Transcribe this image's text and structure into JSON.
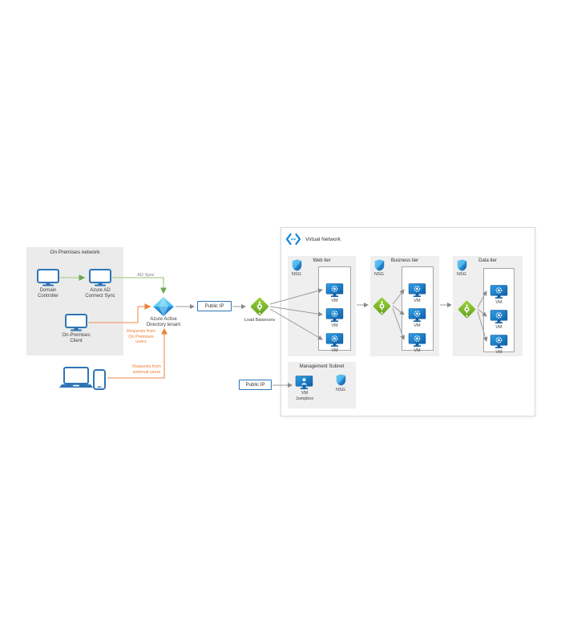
{
  "colors": {
    "accent_blue": "#2e75b6",
    "azure_blue": "#1080d6",
    "lb_green": "#7db728",
    "line_green": "#a8d08d",
    "line_orange": "#efa071",
    "text_orange": "#ed7d31",
    "line_gray": "#9b9b9b"
  },
  "on_premises": {
    "title": "On Premises network",
    "domain_controller_label": "Domain\nController",
    "ad_connect_label": "Azure AD\nConnect Sync",
    "client_label": "On-Premises\nClient"
  },
  "connections": {
    "ad_sync_label": "AD Sync",
    "requests_on_premises": "Requests from\nOn Premises\nusers",
    "requests_external": "Requests from\nexternal users"
  },
  "azure_ad": {
    "label": "Azure Active\nDirectory tenant"
  },
  "public_ip_web": "Public IP",
  "public_ip_mgmt": "Public IP",
  "load_balancers_label": "Load Balancers",
  "virtual_network": {
    "title": "Virtual Network",
    "web_tier": {
      "title": "Web tier",
      "nsg": "NSG",
      "vm1": "VM",
      "vm2": "VM",
      "vm3": "VM"
    },
    "business_tier": {
      "title": "Business tier",
      "nsg": "NSG",
      "vm1": "VM",
      "vm2": "VM",
      "vm3": "VM"
    },
    "data_tier": {
      "title": "Data tier",
      "nsg": "NSG",
      "vm1": "VM",
      "vm2": "VM",
      "vm3": "VM"
    },
    "management_subnet": {
      "title": "Management Subnet",
      "jumpbox_label": "VM\nJumpbox",
      "nsg": "NSG"
    }
  }
}
